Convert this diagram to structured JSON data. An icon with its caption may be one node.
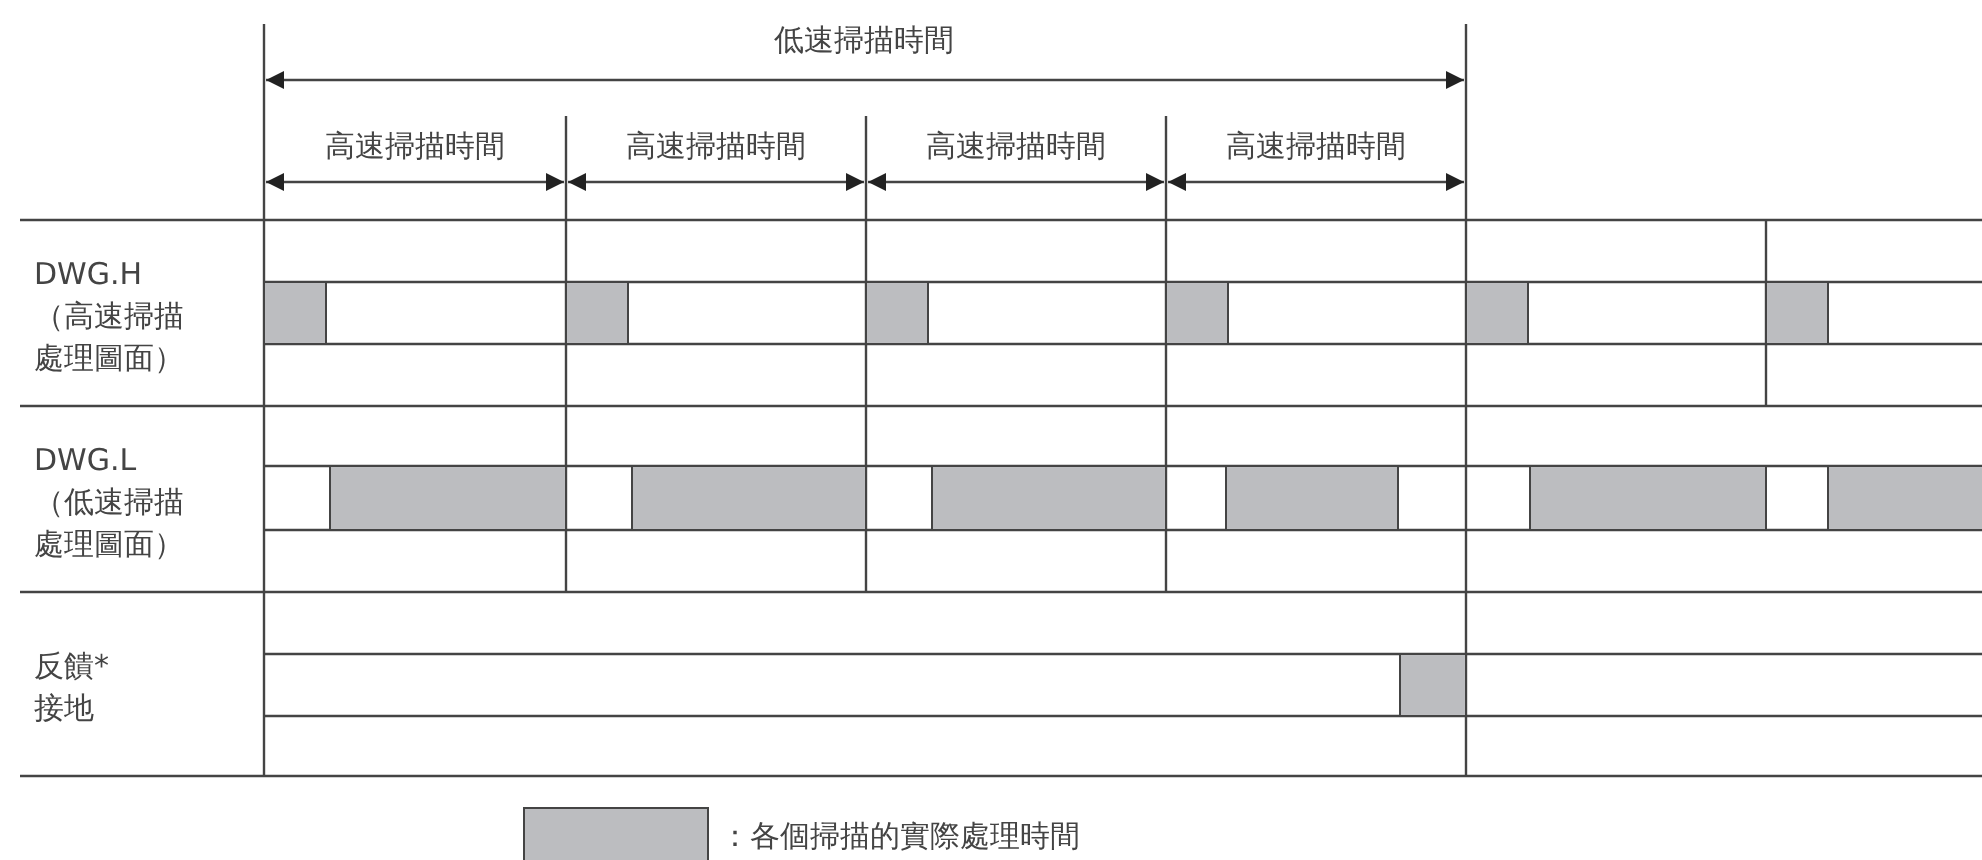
{
  "diagram": {
    "labels": [
      "低速掃描時間",
      "高速掃描時間",
      "高速掃描時間",
      "高速掃描時間",
      "高速掃描時間",
      "DWG.H",
      "（高速掃描處理圖面）",
      "DWG.L",
      "（低速掃描處理圖面）",
      "反饋*接地"
    ],
    "legend": [
      {
        "text": "：各個掃描的實際處理時間",
        "color": "#bcbdc0"
      }
    ]
  }
}
